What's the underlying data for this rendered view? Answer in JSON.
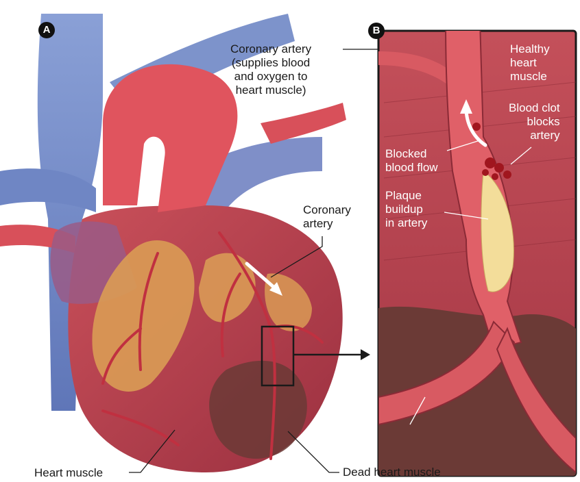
{
  "panels": {
    "a": {
      "badge": "A"
    },
    "b": {
      "badge": "B"
    }
  },
  "labels": {
    "coronary_artery_main": "Coronary artery\n(supplies blood\nand oxygen to\nheart muscle)",
    "coronary_artery_side": "Coronary\nartery",
    "heart_muscle": "Heart muscle",
    "dead_heart_muscle": "Dead heart muscle",
    "healthy_heart_muscle": "Healthy\nheart\nmuscle",
    "blood_clot": "Blood clot\nblocks\nartery",
    "blocked_blood_flow": "Blocked\nblood flow",
    "plaque_buildup": "Plaque\nbuildup\nin artery"
  },
  "colors": {
    "muscle": "#b8404a",
    "muscle_dark": "#8e2c38",
    "dead_muscle": "#6b3a36",
    "fat": "#d99a55",
    "vein": "#6f86c4",
    "aorta": "#e0545e",
    "plaque": "#f3dd9a",
    "clot": "#a0161e"
  }
}
